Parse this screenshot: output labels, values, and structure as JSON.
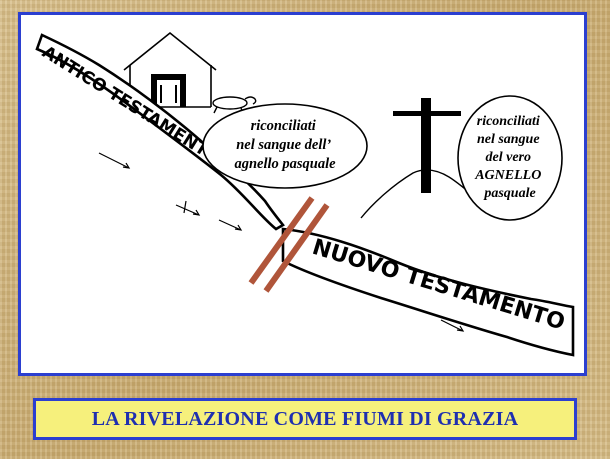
{
  "diagram": {
    "old_testament_label": "ANTICO TESTAMENTO",
    "new_testament_label": "NUOVO TESTAMENTO",
    "bubble_left": {
      "lines": [
        "riconciliati",
        "nel sangue dell’",
        "agnello pasquale"
      ]
    },
    "bubble_right": {
      "lines": [
        "riconciliati",
        "nel sangue",
        "del vero",
        "AGNELLO",
        "pasquale"
      ]
    },
    "divider_color": "#b0553a",
    "river_color": "#000000"
  },
  "caption": {
    "text": "LA RIVELAZIONE COME FIUMI DI GRAZIA"
  },
  "colors": {
    "frame_blue": "#2b3fd0",
    "caption_bg": "#f6f07c",
    "caption_text": "#1f2fb0"
  }
}
